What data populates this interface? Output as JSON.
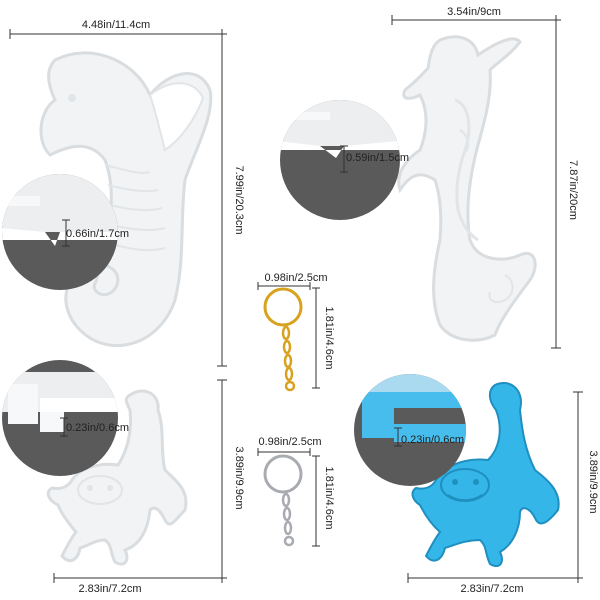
{
  "seahorse": {
    "width_label": "4.48in/11.4cm",
    "height_label": "7.99in/20.3cm",
    "depth_label": "0.66in/1.7cm"
  },
  "gecko": {
    "width_label": "3.54in/9cm",
    "height_label": "7.87in/20cm",
    "depth_label": "0.59in/1.5cm"
  },
  "keyring_gold": {
    "width_label": "0.98in/2.5cm",
    "height_label": "1.81in/4.6cm"
  },
  "keyring_silver": {
    "width_label": "0.98in/2.5cm",
    "height_label": "1.81in/4.6cm"
  },
  "lizard_white": {
    "width_label": "2.83in/7.2cm",
    "height_label": "3.89in/9.9cm",
    "depth_label": "0.23in/0.6cm"
  },
  "lizard_blue": {
    "width_label": "2.83in/7.2cm",
    "height_label": "3.89in/9.9cm",
    "depth_label": "0.23in/0.6cm"
  },
  "colors": {
    "mold_white": "#f1f3f4",
    "mold_edge": "#d9dde0",
    "mold_blue": "#34b6e8",
    "mold_blue_dark": "#1f8fc0",
    "zoom_dark": "#5a5a5a",
    "gold": "#d8a21f",
    "silver": "#a8abb0"
  }
}
